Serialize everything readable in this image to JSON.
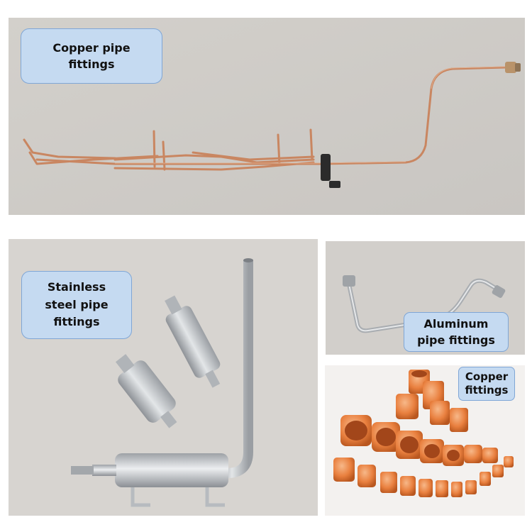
{
  "panels": {
    "copper_pipe": {
      "label": "Copper pipe\nfittings"
    },
    "stainless": {
      "label": "Stainless\nsteel pipe\nfittings"
    },
    "aluminum": {
      "label": "Aluminum\npipe fittings"
    },
    "copper_fittings": {
      "label": "Copper\nfittings"
    }
  },
  "colors": {
    "background_gray": "#d9d6d2",
    "label_fill": "#c5daf1",
    "label_border": "#7fa6d6",
    "copper": "#c9855e",
    "copper_bright": "#ec8a45",
    "steel": "#bfc3c7"
  }
}
